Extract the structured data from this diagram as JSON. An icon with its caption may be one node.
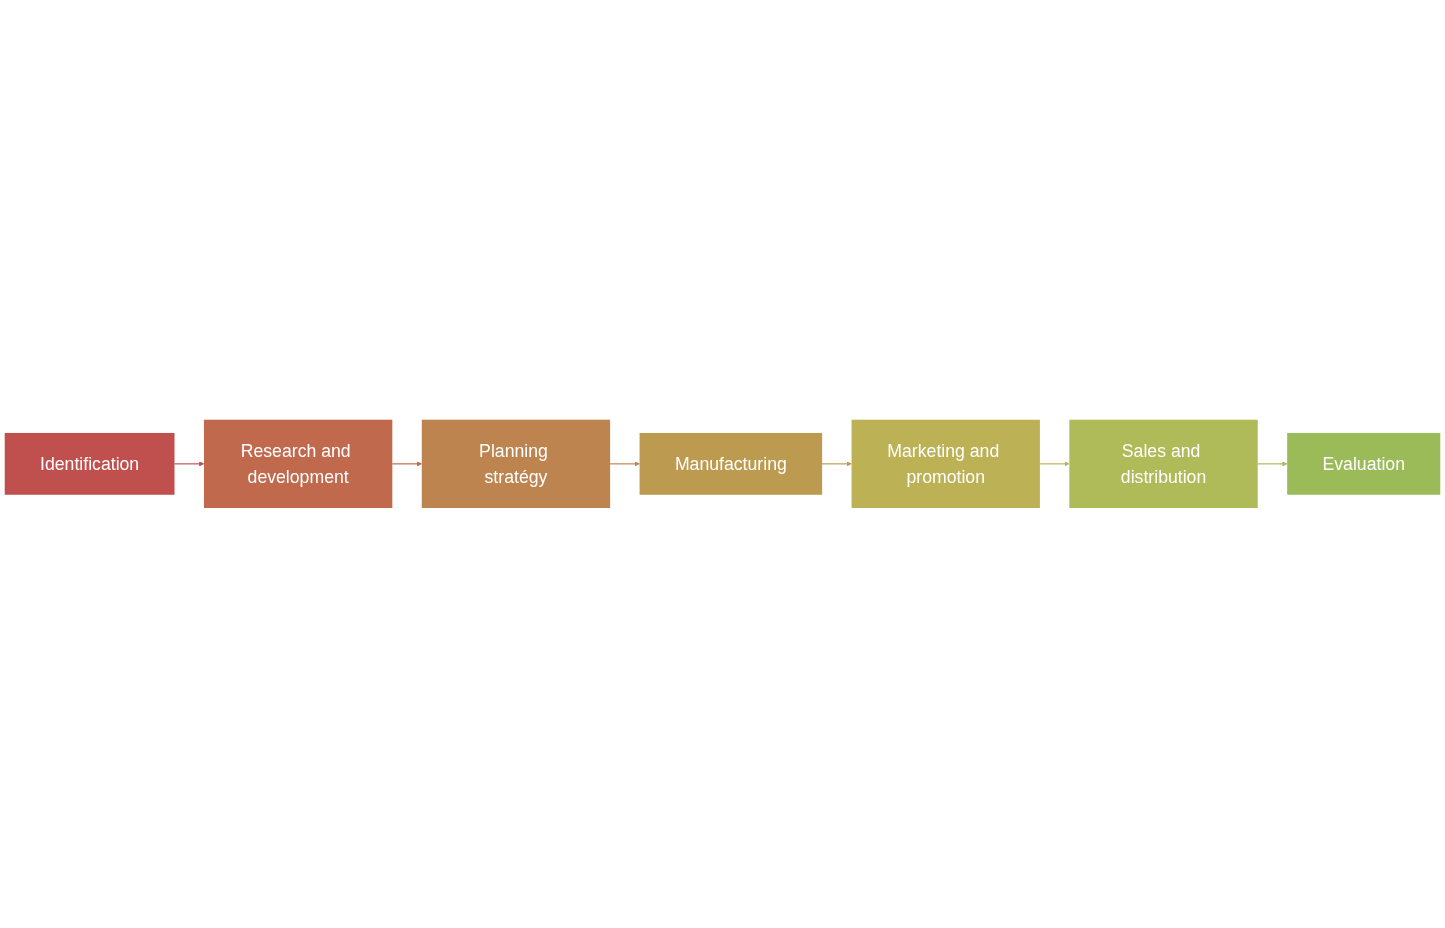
{
  "diagram": {
    "nodes": [
      {
        "text": [
          "Identification"
        ]
      },
      {
        "text": [
          "Research and development"
        ]
      },
      {
        "text": [
          "Planning stratégy"
        ]
      },
      {
        "text": [
          "Manufacturing"
        ]
      },
      {
        "text": [
          "Marketing and promotion"
        ]
      },
      {
        "text": [
          "Sales and distribution"
        ]
      },
      {
        "text": [
          "Evaluation"
        ]
      }
    ],
    "edges": [
      {
        "from": 0,
        "to": 1,
        "arrow": "to",
        "color": "#c0504d"
      },
      {
        "from": 1,
        "to": 2,
        "arrow": "to",
        "color": "#c0694d"
      },
      {
        "from": 2,
        "to": 3,
        "arrow": "to",
        "color": "#be8450"
      },
      {
        "from": 3,
        "to": 4,
        "arrow": "to",
        "color": "#bc9a50"
      },
      {
        "from": 4,
        "to": 5,
        "arrow": "to",
        "color": "#bdb155"
      },
      {
        "from": 5,
        "to": 6,
        "arrow": "to",
        "color": "#a9bb58"
      }
    ]
  }
}
